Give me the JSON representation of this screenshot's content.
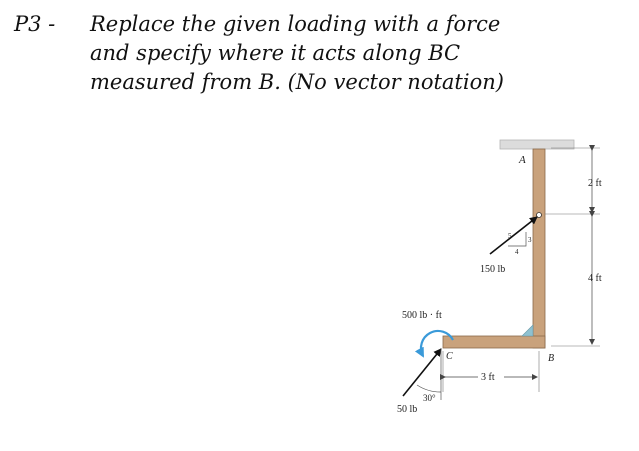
{
  "problem": {
    "number": "P3 -",
    "lines": [
      "Replace the given loading with a force",
      "and specify where it acts along BC",
      "measured from B. (No vector notation)"
    ]
  },
  "figure": {
    "points": {
      "a": "A",
      "b": "B",
      "c": "C"
    },
    "moment_label": "500 lb · ft",
    "force_150_label": "150 lb",
    "force_50_label": "50 lb",
    "angle_label": "30°",
    "slope": {
      "rise": "3",
      "run": "4",
      "hyp": "5"
    },
    "dims": {
      "top": "2 ft",
      "right": "4 ft",
      "bottom": "3 ft"
    },
    "colors": {
      "member": "#c9a27c",
      "member_edge": "#8a6a4a",
      "ceiling": "#dcdcdc",
      "moment_arrow": "#3a9ad9",
      "support": "#8fc1d0"
    }
  }
}
